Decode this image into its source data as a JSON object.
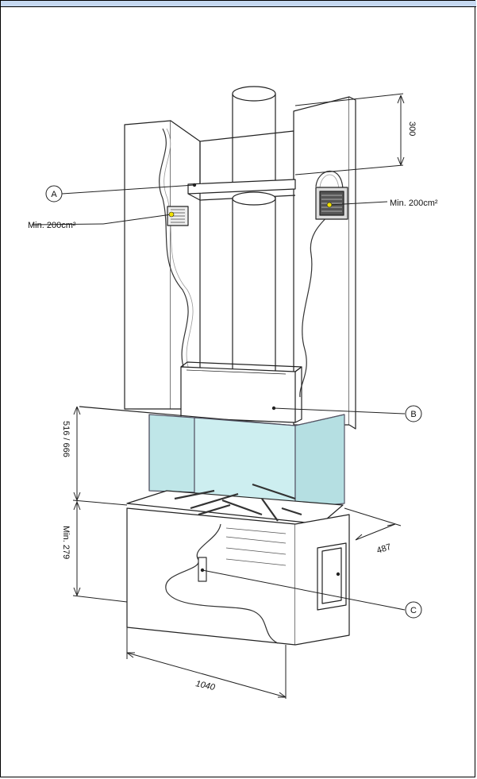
{
  "labels": {
    "dim_top": "300",
    "callout_a": "A",
    "callout_b": "B",
    "callout_c": "C",
    "vent_left": "Min. 200cm²",
    "vent_right": "Min. 200cm²",
    "dim_glass": "516 / 666",
    "dim_base": "Min. 279",
    "dim_depth": "487",
    "dim_width": "1040"
  },
  "colors": {
    "line": "#222222",
    "glass": "#bfe6e8",
    "header": "#c6d9f1",
    "vent_dot": "#f2e200",
    "wall": "#ffffff"
  }
}
